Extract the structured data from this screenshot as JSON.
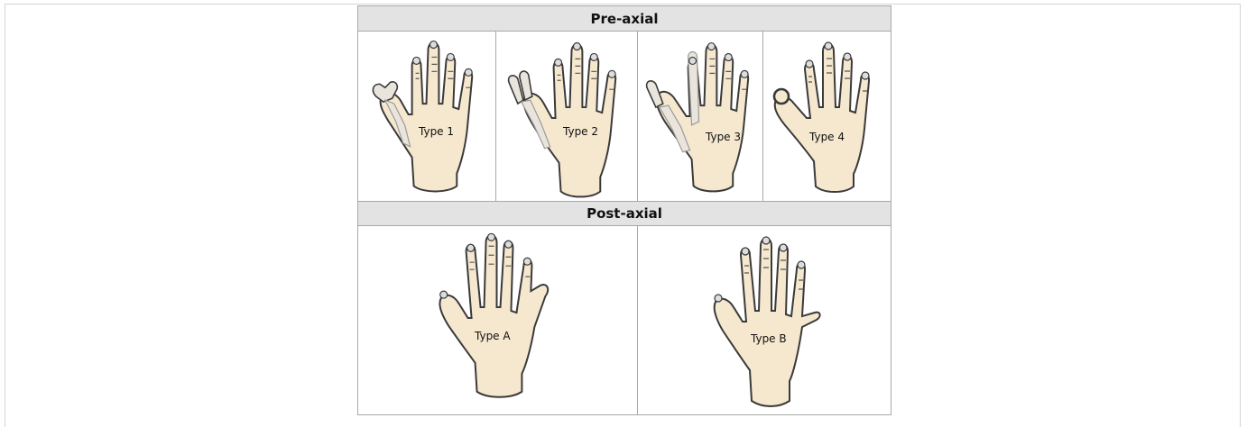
{
  "headers": {
    "pre_axial": "Pre-axial",
    "post_axial": "Post-axial"
  },
  "pre_axial_types": [
    {
      "label": "Type 1"
    },
    {
      "label": "Type 2"
    },
    {
      "label": "Type 3"
    },
    {
      "label": "Type 4"
    }
  ],
  "post_axial_types": [
    {
      "label": "Type A"
    },
    {
      "label": "Type B"
    }
  ],
  "colors": {
    "skin": "#f6e8cf",
    "outline": "#3a3a3a",
    "bone": "#e9e5dc",
    "header_bg": "#e3e3e3"
  }
}
